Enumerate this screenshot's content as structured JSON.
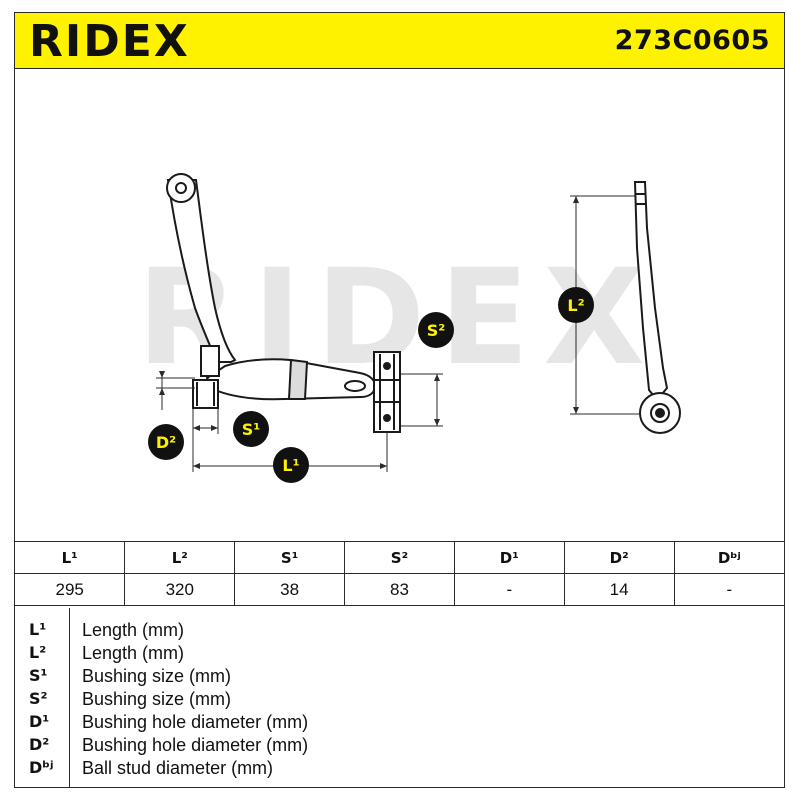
{
  "header": {
    "brand": "RIDEX",
    "part_number": "273C0605",
    "background_color": "#fff200"
  },
  "drawing": {
    "watermark": "RIDEX",
    "labels": {
      "l1": "L¹",
      "l2": "L²",
      "s1": "S¹",
      "s2": "S²",
      "d2": "D²"
    },
    "badge_color": "#fff200"
  },
  "specs": {
    "headers": [
      "L¹",
      "L²",
      "S¹",
      "S²",
      "D¹",
      "D²",
      "Dᵇʲ"
    ],
    "values": [
      "295",
      "320",
      "38",
      "83",
      "-",
      "14",
      "-"
    ]
  },
  "legend": [
    {
      "symbol": "L¹",
      "text": "Length (mm)"
    },
    {
      "symbol": "L²",
      "text": "Length (mm)"
    },
    {
      "symbol": "S¹",
      "text": "Bushing size (mm)"
    },
    {
      "symbol": "S²",
      "text": "Bushing size (mm)"
    },
    {
      "symbol": "D¹",
      "text": "Bushing hole diameter (mm)"
    },
    {
      "symbol": "D²",
      "text": "Bushing hole diameter (mm)"
    },
    {
      "symbol": "Dᵇʲ",
      "text": "Ball stud diameter (mm)"
    }
  ]
}
